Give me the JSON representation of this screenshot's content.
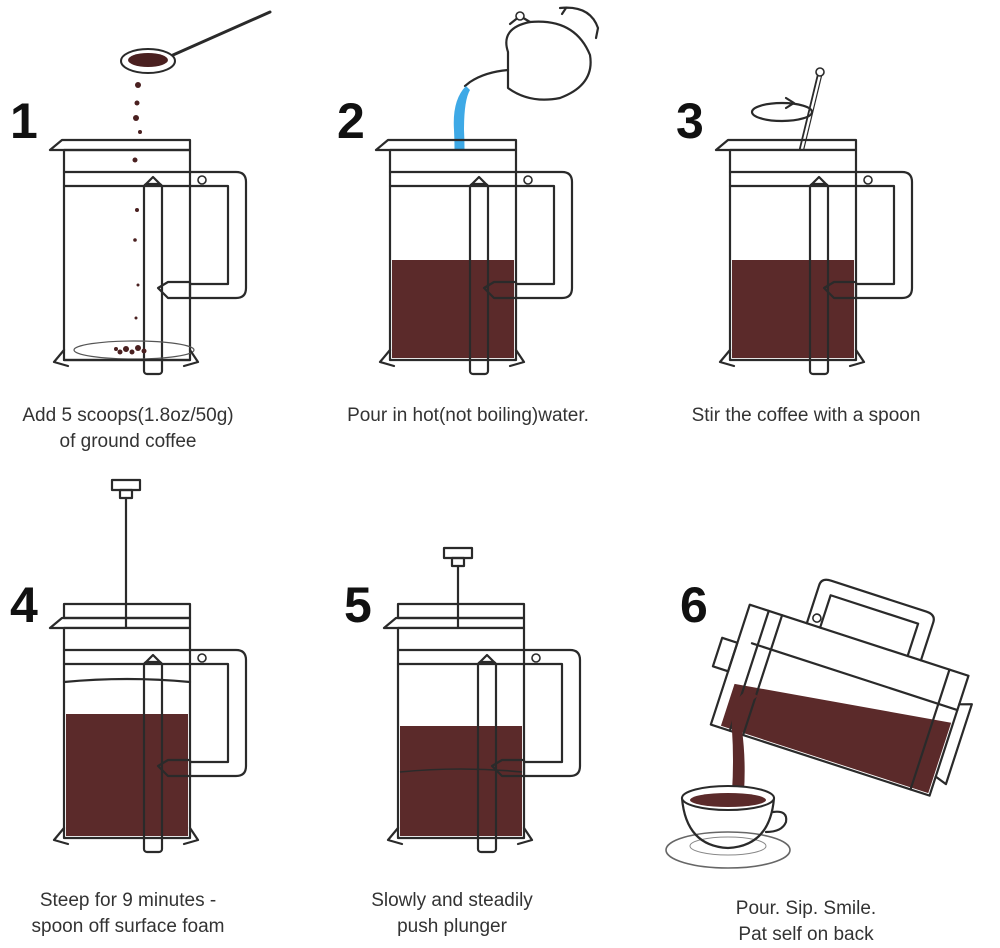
{
  "colors": {
    "coffee": "#5b2a2a",
    "water": "#3ea9e6",
    "ink": "#2a2a2a"
  },
  "steps": [
    {
      "number": "1",
      "lines": [
        "Add 5 scoops(1.8oz/50g)",
        "of ground coffee"
      ],
      "icon": "french-press-grounds-icon"
    },
    {
      "number": "2",
      "lines": [
        "Pour in hot(not boiling)water."
      ],
      "icon": "kettle-pour-icon"
    },
    {
      "number": "3",
      "lines": [
        "Stir the coffee with a spoon"
      ],
      "icon": "stir-spoon-icon"
    },
    {
      "number": "4",
      "lines": [
        "Steep for 9 minutes -",
        "spoon off surface foam"
      ],
      "icon": "french-press-plunger-up-icon"
    },
    {
      "number": "5",
      "lines": [
        "Slowly and steadily",
        "push plunger"
      ],
      "icon": "french-press-plunger-down-icon"
    },
    {
      "number": "6",
      "lines": [
        "Pour. Sip. Smile.",
        "Pat self on back"
      ],
      "icon": "pour-cup-icon"
    }
  ]
}
